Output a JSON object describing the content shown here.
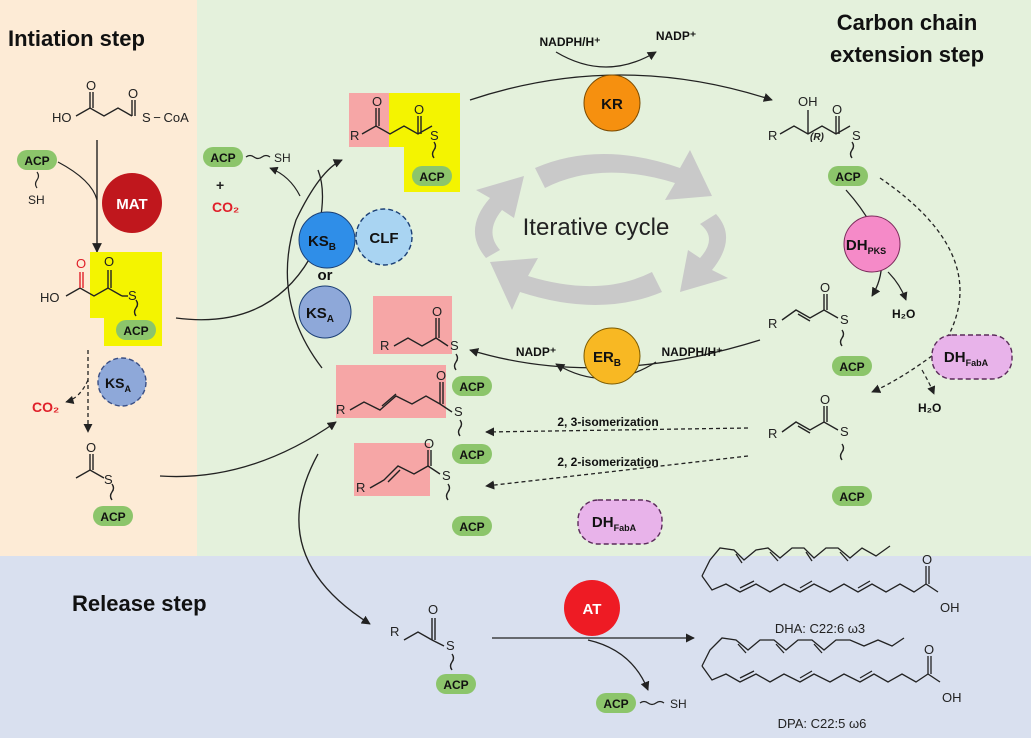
{
  "sections": {
    "initiation": "Intiation step",
    "extension_line1": "Carbon chain",
    "extension_line2": "extension step",
    "release": "Release step"
  },
  "center": {
    "cycle_label": "Iterative cycle"
  },
  "enzymes": {
    "mat": "MAT",
    "ks_a_top": {
      "main": "KS",
      "sub": "A"
    },
    "ks_b": {
      "main": "KS",
      "sub": "B"
    },
    "clf": "CLF",
    "or": "or",
    "ks_a_mid": {
      "main": "KS",
      "sub": "A"
    },
    "kr": "KR",
    "er_b": {
      "main": "ER",
      "sub": "B"
    },
    "dh_pks": {
      "main": "DH",
      "sub": "PKS"
    },
    "dh_fabA_right": {
      "main": "DH",
      "sub": "FabA"
    },
    "dh_fabA_bottom": {
      "main": "DH",
      "sub": "FabA"
    },
    "at": "AT"
  },
  "cofactors": {
    "nadph_top": "NADPH/H⁺",
    "nadp_top": "NADP⁺",
    "nadp_er": "NADP⁺",
    "nadph_er": "NADPH/H⁺",
    "h2o_1": "H₂O",
    "h2o_2": "H₂O",
    "co2_1": "CO₂",
    "co2_2": "CO₂",
    "plus": "+"
  },
  "reactions": {
    "isom_23": "2, 3-isomerization",
    "isom_22": "2, 2-isomerization"
  },
  "molecules": {
    "acp": "ACP",
    "sh": "SH",
    "s": "S",
    "scoa": "S − CoA",
    "ho": "HO",
    "o": "O",
    "oh": "OH",
    "r": "R",
    "r_config": "(R)"
  },
  "products": {
    "dha": "DHA: C22:6 ω3",
    "dpa": "DPA: C22:5 ω6"
  },
  "colors": {
    "initiation_bg": "#fdebd6",
    "extension_bg": "#e4f1dc",
    "release_bg": "#d9e0ef",
    "acp": "#8cc56b",
    "mat": "#c0171d",
    "ks_a": "#8ea8d9",
    "ks_b": "#2f8ee8",
    "clf": "#a9d4f2",
    "kr": "#f6900f",
    "er_b": "#f8b823",
    "dh_pks": "#f58ac8",
    "dh_fabA": "#e8b3ea",
    "at": "#ee1b24",
    "highlight_yellow": "#f4f400",
    "highlight_pink": "#f6a6a6",
    "red_text": "#e0202a"
  }
}
